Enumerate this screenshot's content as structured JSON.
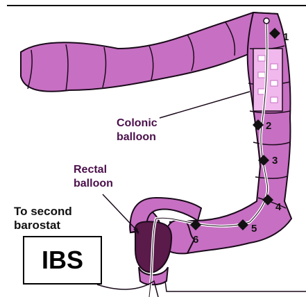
{
  "labels": {
    "colonic_balloon_line1": "Colonic",
    "colonic_balloon_line2": "balloon",
    "rectal_balloon_line1": "Rectal",
    "rectal_balloon_line2": "balloon",
    "to_second_line1": "To second",
    "to_second_line2": "barostat",
    "ibs": "IBS"
  },
  "markers": [
    "1",
    "2",
    "3",
    "4",
    "5",
    "6"
  ],
  "colors": {
    "colon": "#c76fc3",
    "colon_dark": "#a04ea0",
    "balloon_fill": "#f0b8ec",
    "rectal_balloon": "#5a1a4a",
    "outline": "#1a0a1a"
  }
}
